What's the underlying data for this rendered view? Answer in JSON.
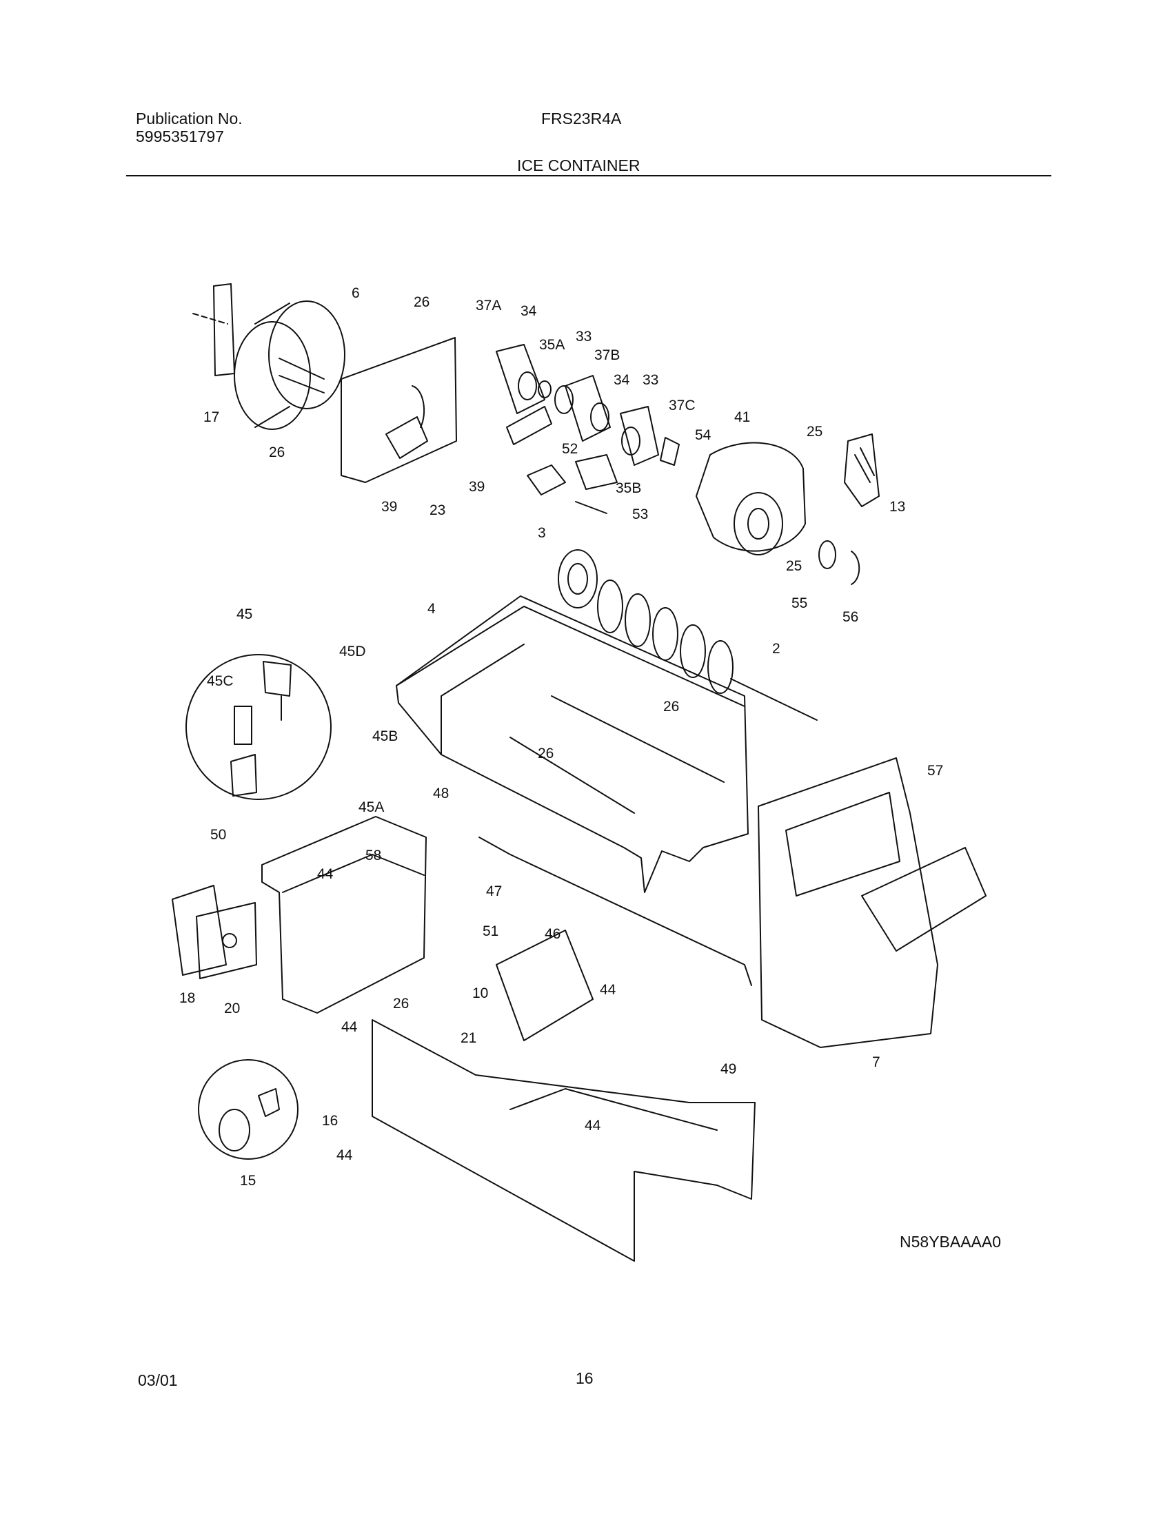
{
  "header": {
    "publication_label": "Publication No.",
    "publication_number": "5995351797",
    "model": "FRS23R4A",
    "section_title": "ICE CONTAINER"
  },
  "diagram": {
    "image_code": "N58YBAAAA0",
    "callouts": [
      "6",
      "26",
      "37A",
      "34",
      "35A",
      "33",
      "37B",
      "34",
      "33",
      "37C",
      "41",
      "25",
      "54",
      "17",
      "26",
      "52",
      "35B",
      "39",
      "23",
      "39",
      "53",
      "13",
      "3",
      "25",
      "55",
      "56",
      "45",
      "4",
      "45D",
      "2",
      "45C",
      "45B",
      "26",
      "26",
      "57",
      "45A",
      "48",
      "50",
      "58",
      "44",
      "47",
      "51",
      "46",
      "18",
      "20",
      "10",
      "26",
      "44",
      "21",
      "44",
      "49",
      "44",
      "16",
      "15",
      "44",
      "7"
    ]
  },
  "footer": {
    "date": "03/01",
    "page": "16"
  }
}
